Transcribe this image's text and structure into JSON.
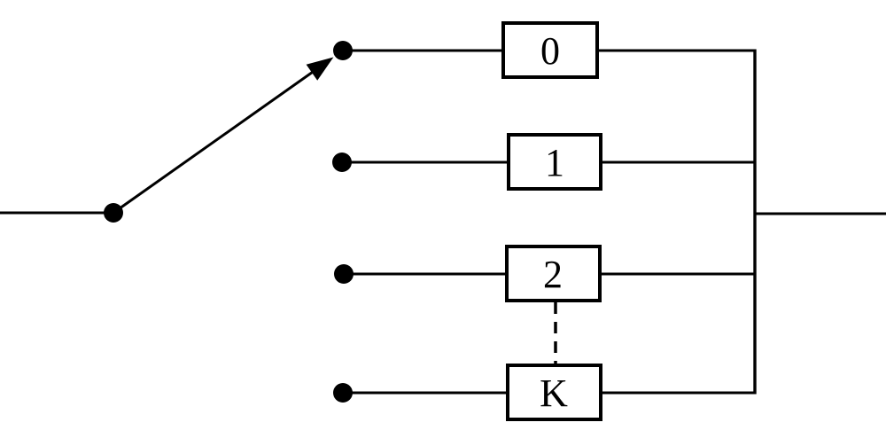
{
  "diagram": {
    "kind": "switch-commutator-filterbank",
    "colors": {
      "stroke": "#000000",
      "background": "#ffffff"
    },
    "branches": [
      {
        "label": "0"
      },
      {
        "label": "1"
      },
      {
        "label": "2"
      },
      {
        "label": "K"
      }
    ]
  }
}
